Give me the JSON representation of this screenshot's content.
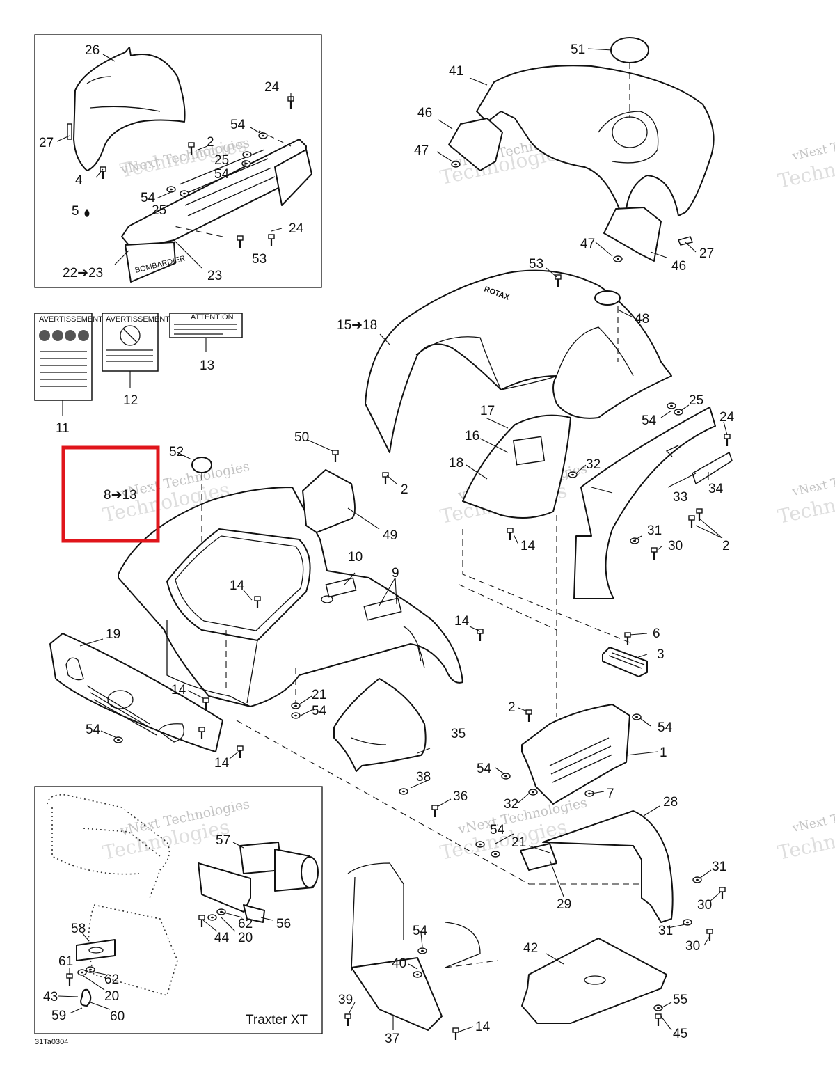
{
  "document_code": "31Ta0304",
  "inset_caption": "Traxter XT",
  "watermark_text": "vNext Technologies",
  "highlight_color": "#e0151b",
  "highlight_label": "8➔13",
  "callouts": [
    {
      "id": "c26",
      "text": "26"
    },
    {
      "id": "c27a",
      "text": "27"
    },
    {
      "id": "c24a",
      "text": "24"
    },
    {
      "id": "c54a",
      "text": "54"
    },
    {
      "id": "c2a",
      "text": "2"
    },
    {
      "id": "c25a",
      "text": "25"
    },
    {
      "id": "c54b",
      "text": "54"
    },
    {
      "id": "c4",
      "text": "4"
    },
    {
      "id": "c5",
      "text": "5"
    },
    {
      "id": "c54c",
      "text": "54"
    },
    {
      "id": "c25b",
      "text": "25"
    },
    {
      "id": "c24b",
      "text": "24"
    },
    {
      "id": "c53a",
      "text": "53"
    },
    {
      "id": "c2223",
      "text": "22➔23"
    },
    {
      "id": "c23",
      "text": "23"
    },
    {
      "id": "c51",
      "text": "51"
    },
    {
      "id": "c41",
      "text": "41"
    },
    {
      "id": "c46a",
      "text": "46"
    },
    {
      "id": "c47a",
      "text": "47"
    },
    {
      "id": "c47b",
      "text": "47"
    },
    {
      "id": "c46b",
      "text": "46"
    },
    {
      "id": "c27b",
      "text": "27"
    },
    {
      "id": "c11",
      "text": "11"
    },
    {
      "id": "c12",
      "text": "12"
    },
    {
      "id": "c13",
      "text": "13"
    },
    {
      "id": "c53b",
      "text": "53"
    },
    {
      "id": "c48",
      "text": "48"
    },
    {
      "id": "c1518",
      "text": "15➔18"
    },
    {
      "id": "c17",
      "text": "17"
    },
    {
      "id": "c16",
      "text": "16"
    },
    {
      "id": "c18",
      "text": "18"
    },
    {
      "id": "c2b",
      "text": "2"
    },
    {
      "id": "c54d",
      "text": "54"
    },
    {
      "id": "c25c",
      "text": "25"
    },
    {
      "id": "c24c",
      "text": "24"
    },
    {
      "id": "c32a",
      "text": "32"
    },
    {
      "id": "c34",
      "text": "34"
    },
    {
      "id": "c33",
      "text": "33"
    },
    {
      "id": "c31a",
      "text": "31"
    },
    {
      "id": "c30a",
      "text": "30"
    },
    {
      "id": "c2c",
      "text": "2"
    },
    {
      "id": "c14a",
      "text": "14"
    },
    {
      "id": "c52",
      "text": "52"
    },
    {
      "id": "c50",
      "text": "50"
    },
    {
      "id": "c49",
      "text": "49"
    },
    {
      "id": "c10",
      "text": "10"
    },
    {
      "id": "c9",
      "text": "9"
    },
    {
      "id": "c14b",
      "text": "14"
    },
    {
      "id": "c14c",
      "text": "14"
    },
    {
      "id": "c19",
      "text": "19"
    },
    {
      "id": "c14d",
      "text": "14"
    },
    {
      "id": "c21a",
      "text": "21"
    },
    {
      "id": "c54e",
      "text": "54"
    },
    {
      "id": "c54f",
      "text": "54"
    },
    {
      "id": "c14e",
      "text": "14"
    },
    {
      "id": "c6",
      "text": "6"
    },
    {
      "id": "c3",
      "text": "3"
    },
    {
      "id": "c2d",
      "text": "2"
    },
    {
      "id": "c54g",
      "text": "54"
    },
    {
      "id": "c1",
      "text": "1"
    },
    {
      "id": "c35",
      "text": "35"
    },
    {
      "id": "c54h",
      "text": "54"
    },
    {
      "id": "c7",
      "text": "7"
    },
    {
      "id": "c38",
      "text": "38"
    },
    {
      "id": "c36",
      "text": "36"
    },
    {
      "id": "c32b",
      "text": "32"
    },
    {
      "id": "c28",
      "text": "28"
    },
    {
      "id": "c54i",
      "text": "54"
    },
    {
      "id": "c21b",
      "text": "21"
    },
    {
      "id": "c29",
      "text": "29"
    },
    {
      "id": "c31b",
      "text": "31"
    },
    {
      "id": "c30b",
      "text": "30"
    },
    {
      "id": "c31c",
      "text": "31"
    },
    {
      "id": "c30c",
      "text": "30"
    },
    {
      "id": "c57",
      "text": "57"
    },
    {
      "id": "c62a",
      "text": "62"
    },
    {
      "id": "c56",
      "text": "56"
    },
    {
      "id": "c44",
      "text": "44"
    },
    {
      "id": "c20a",
      "text": "20"
    },
    {
      "id": "c58",
      "text": "58"
    },
    {
      "id": "c61",
      "text": "61"
    },
    {
      "id": "c62b",
      "text": "62"
    },
    {
      "id": "c20b",
      "text": "20"
    },
    {
      "id": "c43",
      "text": "43"
    },
    {
      "id": "c60",
      "text": "60"
    },
    {
      "id": "c59",
      "text": "59"
    },
    {
      "id": "c54j",
      "text": "54"
    },
    {
      "id": "c40",
      "text": "40"
    },
    {
      "id": "c39",
      "text": "39"
    },
    {
      "id": "c37",
      "text": "37"
    },
    {
      "id": "c14f",
      "text": "14"
    },
    {
      "id": "c42",
      "text": "42"
    },
    {
      "id": "c55",
      "text": "55"
    },
    {
      "id": "c45",
      "text": "45"
    }
  ],
  "decals": {
    "d11_title": "AVERTISSEMENT",
    "d12_title": "AVERTISSEMENT",
    "d13_title": "ATTENTION",
    "brand": "BOMBARDIER",
    "engine_brand": "ROTAX"
  }
}
